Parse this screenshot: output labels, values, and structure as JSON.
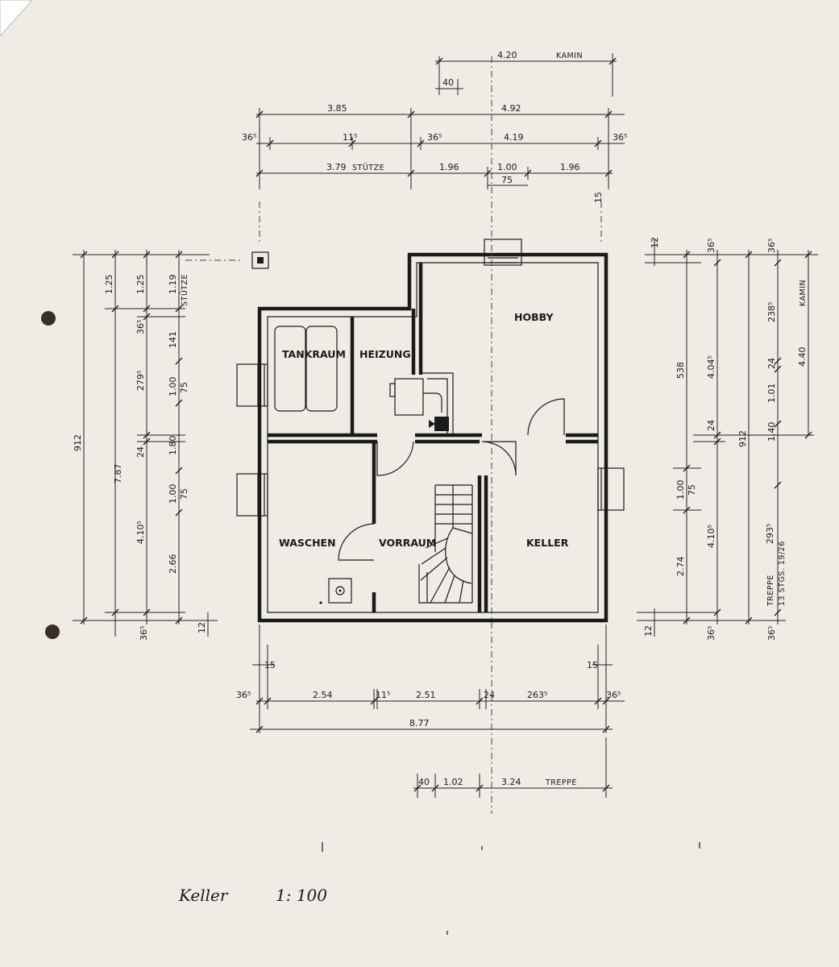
{
  "rooms": {
    "hobby": "HOBBY",
    "tankraum": "TANKRAUM",
    "heizung": "HEIZUNG",
    "waschen": "WASCHEN",
    "vorraum": "VORRAUM",
    "keller": "KELLER"
  },
  "top_dims": {
    "r1_a": "4.20",
    "r1_kamin": "KAMIN",
    "r1_b": "40",
    "r2_a": "3.85",
    "r2_b": "4.92",
    "r3_a": "36⁵",
    "r3_b": "11⁵",
    "r3_c": "36⁵",
    "r3_d": "4.19",
    "r3_e": "36⁵",
    "r4_a": "3.79",
    "r4_stuetze": "STÜTZE",
    "r4_b": "1.96",
    "r4_c": "1.00",
    "r4_c2": "75",
    "r4_d": "1.96",
    "r4_e": "15"
  },
  "left_dims": {
    "total": "912",
    "c2_top": "1.25",
    "c2_main": "7.87",
    "c2_bot": "36⁵",
    "c3_a": "1.25",
    "c3_b": "36⁵",
    "c3_c": "279⁵",
    "c3_d": "24",
    "c3_e": "4.10⁵",
    "c4_a": "1.19",
    "c4_stuetze": "STÜTZE",
    "c4_b": "141",
    "c4_c": "1.00",
    "c4_c2": "75",
    "c4_d": "1.80",
    "c4_e": "1.00",
    "c4_e2": "75",
    "c4_f": "2.66",
    "c4_g": "12"
  },
  "right_dims": {
    "c1_a": "12",
    "c1_b": "12",
    "c2_a": "538",
    "c2_b": "1.00",
    "c2_b2": "75",
    "c2_c": "2.74",
    "c3_a": "36⁵",
    "c3_b": "4.04⁵",
    "c3_c": "24",
    "c3_d": "4.10⁵",
    "c3_e": "36⁵",
    "c4_total": "912",
    "c5_a": "36⁵",
    "c5_b": "238⁵",
    "c5_c": "24",
    "c5_d": "1.01",
    "c5_e": "1.40",
    "c5_f": "36⁵",
    "c5_treppe": "TREPPE",
    "c5_treppe_v": "293⁵",
    "c5_stg": "13 STGS. 19/26",
    "c6_kamin": "KAMIN",
    "c6_v": "4.40"
  },
  "bottom_dims": {
    "r1_a": "15",
    "r1_b": "15",
    "r2_a": "36⁵",
    "r2_b": "2.54",
    "r2_c": "11⁵",
    "r2_d": "2.51",
    "r2_e": "24",
    "r2_f": "263⁵",
    "r2_g": "36⁵",
    "r3_total": "8.77",
    "r4_a": "40",
    "r4_b": "1.02",
    "r4_c": "3.24",
    "r4_treppe": "TREPPE"
  },
  "caption": {
    "name": "Keller",
    "scale": "1: 100"
  }
}
